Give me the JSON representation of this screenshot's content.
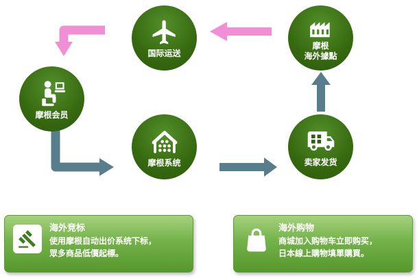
{
  "diagram": {
    "nodes": [
      {
        "id": "international-shipping",
        "label": "国际运送",
        "icon": "airplane-icon"
      },
      {
        "id": "overseas-branch",
        "label_line1": "摩根",
        "label_line2": "海外據點",
        "icon": "factory-icon"
      },
      {
        "id": "member",
        "label": "摩根会员",
        "icon": "member-laptop-icon"
      },
      {
        "id": "system",
        "label": "摩根系统",
        "icon": "warehouse-icon"
      },
      {
        "id": "seller-ship",
        "label": "卖家发货",
        "icon": "truck-icon"
      }
    ],
    "arrows": [
      {
        "from": "overseas-branch",
        "to": "international-shipping",
        "color": "#f08ed6"
      },
      {
        "from": "international-shipping",
        "to": "member",
        "color": "#f08ed6"
      },
      {
        "from": "member",
        "to": "system",
        "color": "#587e8e"
      },
      {
        "from": "system",
        "to": "seller-ship",
        "color": "#587e8e"
      },
      {
        "from": "seller-ship",
        "to": "overseas-branch",
        "color": "#587e8e"
      }
    ],
    "colors": {
      "node_green": "#36690f",
      "arrow_pink": "#f08ed6",
      "arrow_teal": "#587e8e",
      "card_green_top": "#a6d17e",
      "card_green_bottom": "#55982c"
    }
  },
  "cards": [
    {
      "title": "海外竞标",
      "line1": "使用摩根自动出价系统下标，",
      "line2": "眾多商品低價起標。",
      "icon": "gavel-icon"
    },
    {
      "title": "海外购物",
      "line1": "商城加入购物车立即购买，",
      "line2": "日本線上購物填單購買。",
      "icon": "shopping-bag-icon"
    }
  ]
}
